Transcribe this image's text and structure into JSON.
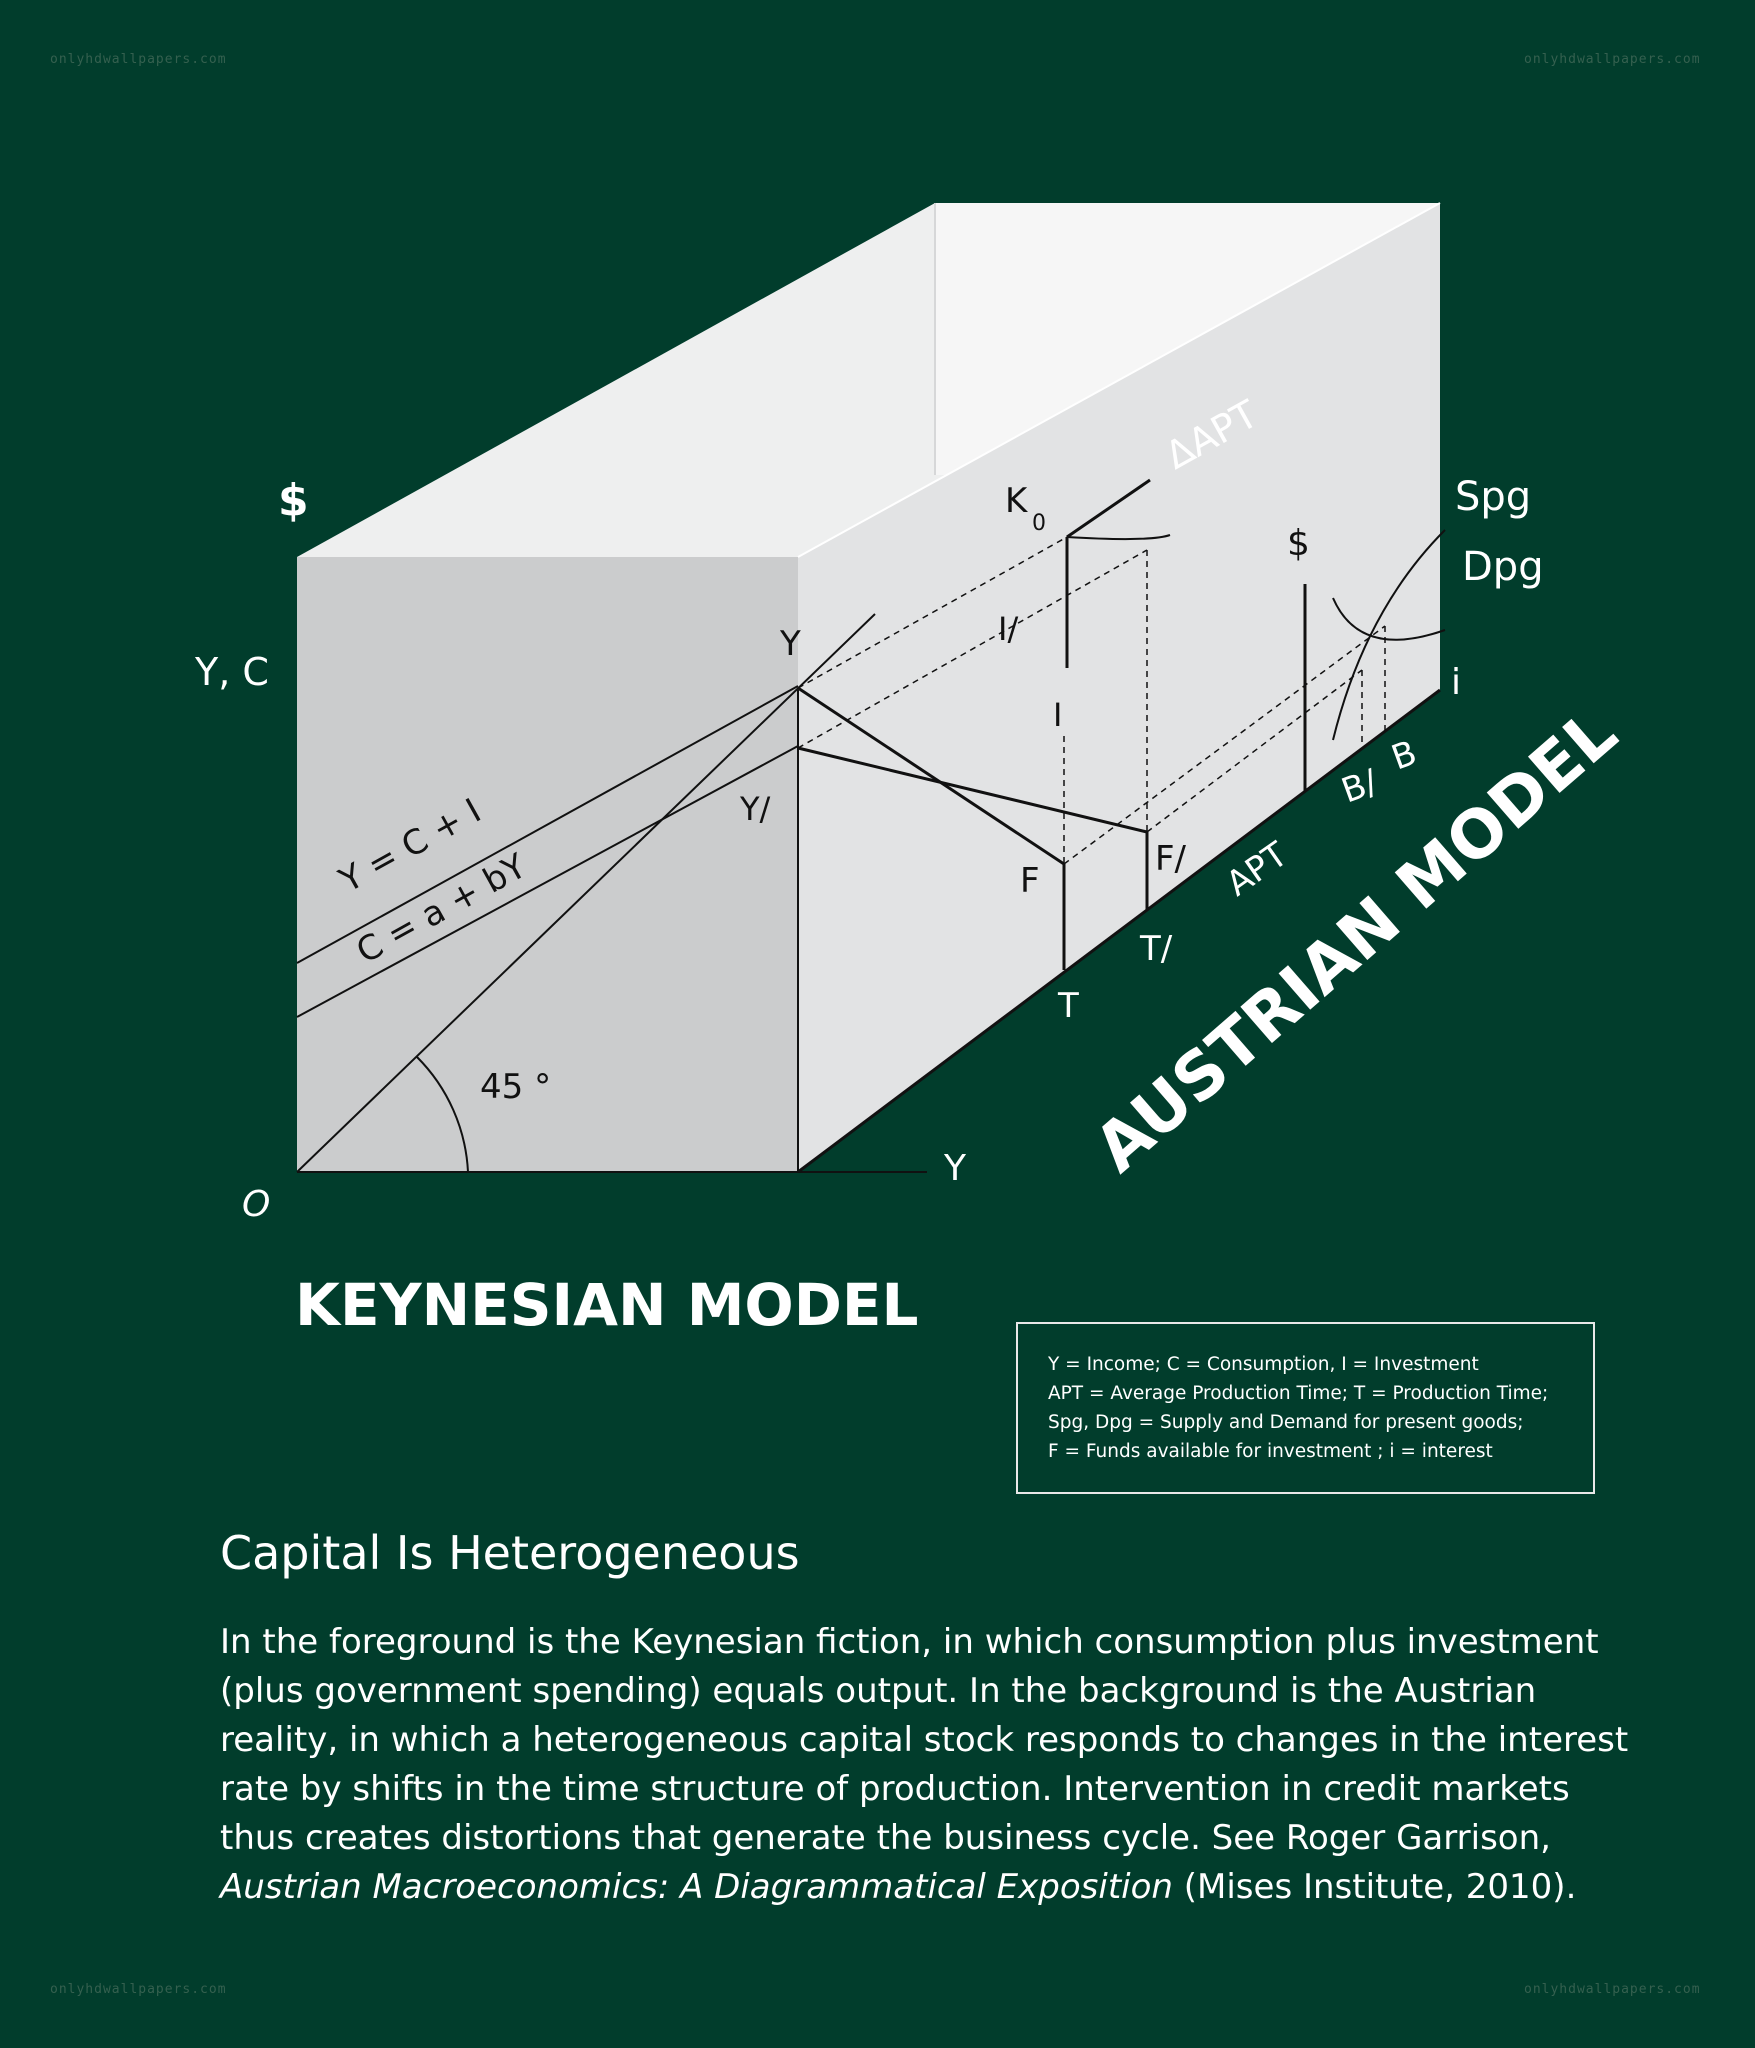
{
  "watermarks": [
    "onlyhdwallpapers.com",
    "onlyhdwallpapers.com",
    "onlyhdwallpapers.com",
    "onlyhdwallpapers.com"
  ],
  "colors": {
    "background": "#013d2c",
    "front_face": "#cbcccd",
    "side_face": "#e2e3e4",
    "top_face": "#eeefef",
    "inner_back": "#f6f6f6",
    "line": "#111111",
    "label_white": "#ffffff"
  },
  "diagram": {
    "keynesian": {
      "title": "KEYNESIAN MODEL",
      "y_axis_label": "$",
      "y_axis_label2": "Y, C",
      "origin_label": "O",
      "x_axis_label": "Y",
      "point_y": "Y",
      "point_y_prime": "Y/",
      "line1_label": "Y = C + I",
      "line2_label": "C = a + bY",
      "angle_label": "45 °"
    },
    "austrian": {
      "title": "AUSTRIAN MODEL",
      "k0_label": "K",
      "k0_sub": "0",
      "delta_apt": "ΔAPT",
      "i_prime": "I/",
      "i_label": "I",
      "f_label": "F",
      "f_prime": "F/",
      "t_label": "T",
      "t_prime": "T/",
      "apt_label": "APT",
      "dollar": "$",
      "spg": "Spg",
      "dpg": "Dpg",
      "i_axis": "i",
      "b_label": "B",
      "b_prime": "B/"
    }
  },
  "legend": {
    "lines": [
      "Y = Income; C = Consumption, I = Investment",
      "APT = Average Production Time; T = Production Time;",
      "Spg, Dpg = Supply and Demand for present goods;",
      "F = Funds available for investment ; i = interest"
    ]
  },
  "caption": {
    "title": "Capital Is Heterogeneous",
    "body_lines": [
      "In the foreground is the Keynesian fiction, in which consumption plus investment",
      "(plus government spending) equals output. In the background is the Austrian",
      "reality, in which a heterogeneous capital stock responds to changes in the interest",
      "rate by shifts in the time structure of production. Intervention in credit markets",
      "thus creates distortions that generate the business cycle. See Roger Garrison,"
    ],
    "last_line_italic": "Austrian Macroeconomics: A Diagrammatical Exposition",
    "last_line_rest": " (Mises Institute, 2010)."
  }
}
